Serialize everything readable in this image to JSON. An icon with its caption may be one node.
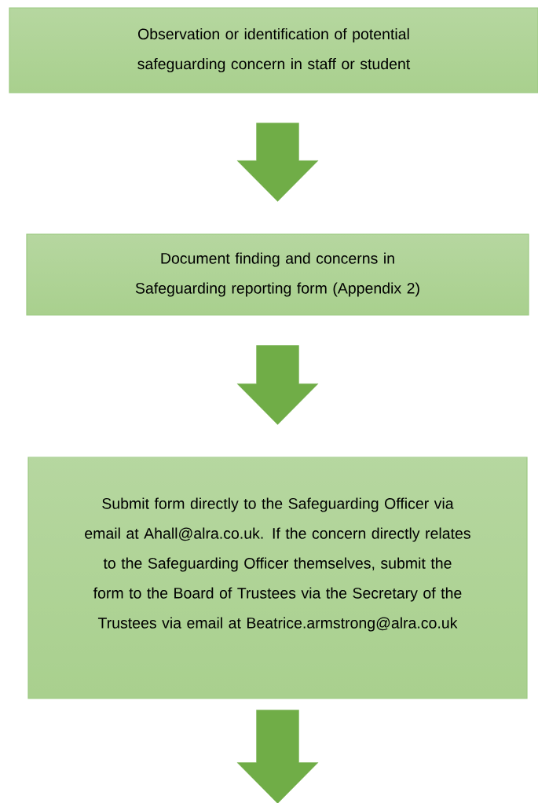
{
  "diagram": {
    "nodes": [
      {
        "text": [
          "Observation or identification of potential safeguarding concern in staff or student"
        ]
      },
      {
        "text": [
          "Document finding and concerns in Safeguarding reporting form (Appendix 2)"
        ]
      },
      {
        "text": [
          "Submit form directly to the Safeguarding Officer via email at Ahall@alra.co.uk. If the concern directly relates to the Safeguarding Officer themselves, submit the form to the Board of Trustees via the Secretary of the Trustees via email at Beatrice.armstrong@alra.co.uk"
        ]
      }
    ],
    "edges": [
      {
        "from": 0,
        "to": 1,
        "arrow": "to"
      },
      {
        "from": 1,
        "to": 2,
        "arrow": "to"
      },
      {
        "from": 2,
        "to": null,
        "arrow": "to"
      }
    ]
  }
}
